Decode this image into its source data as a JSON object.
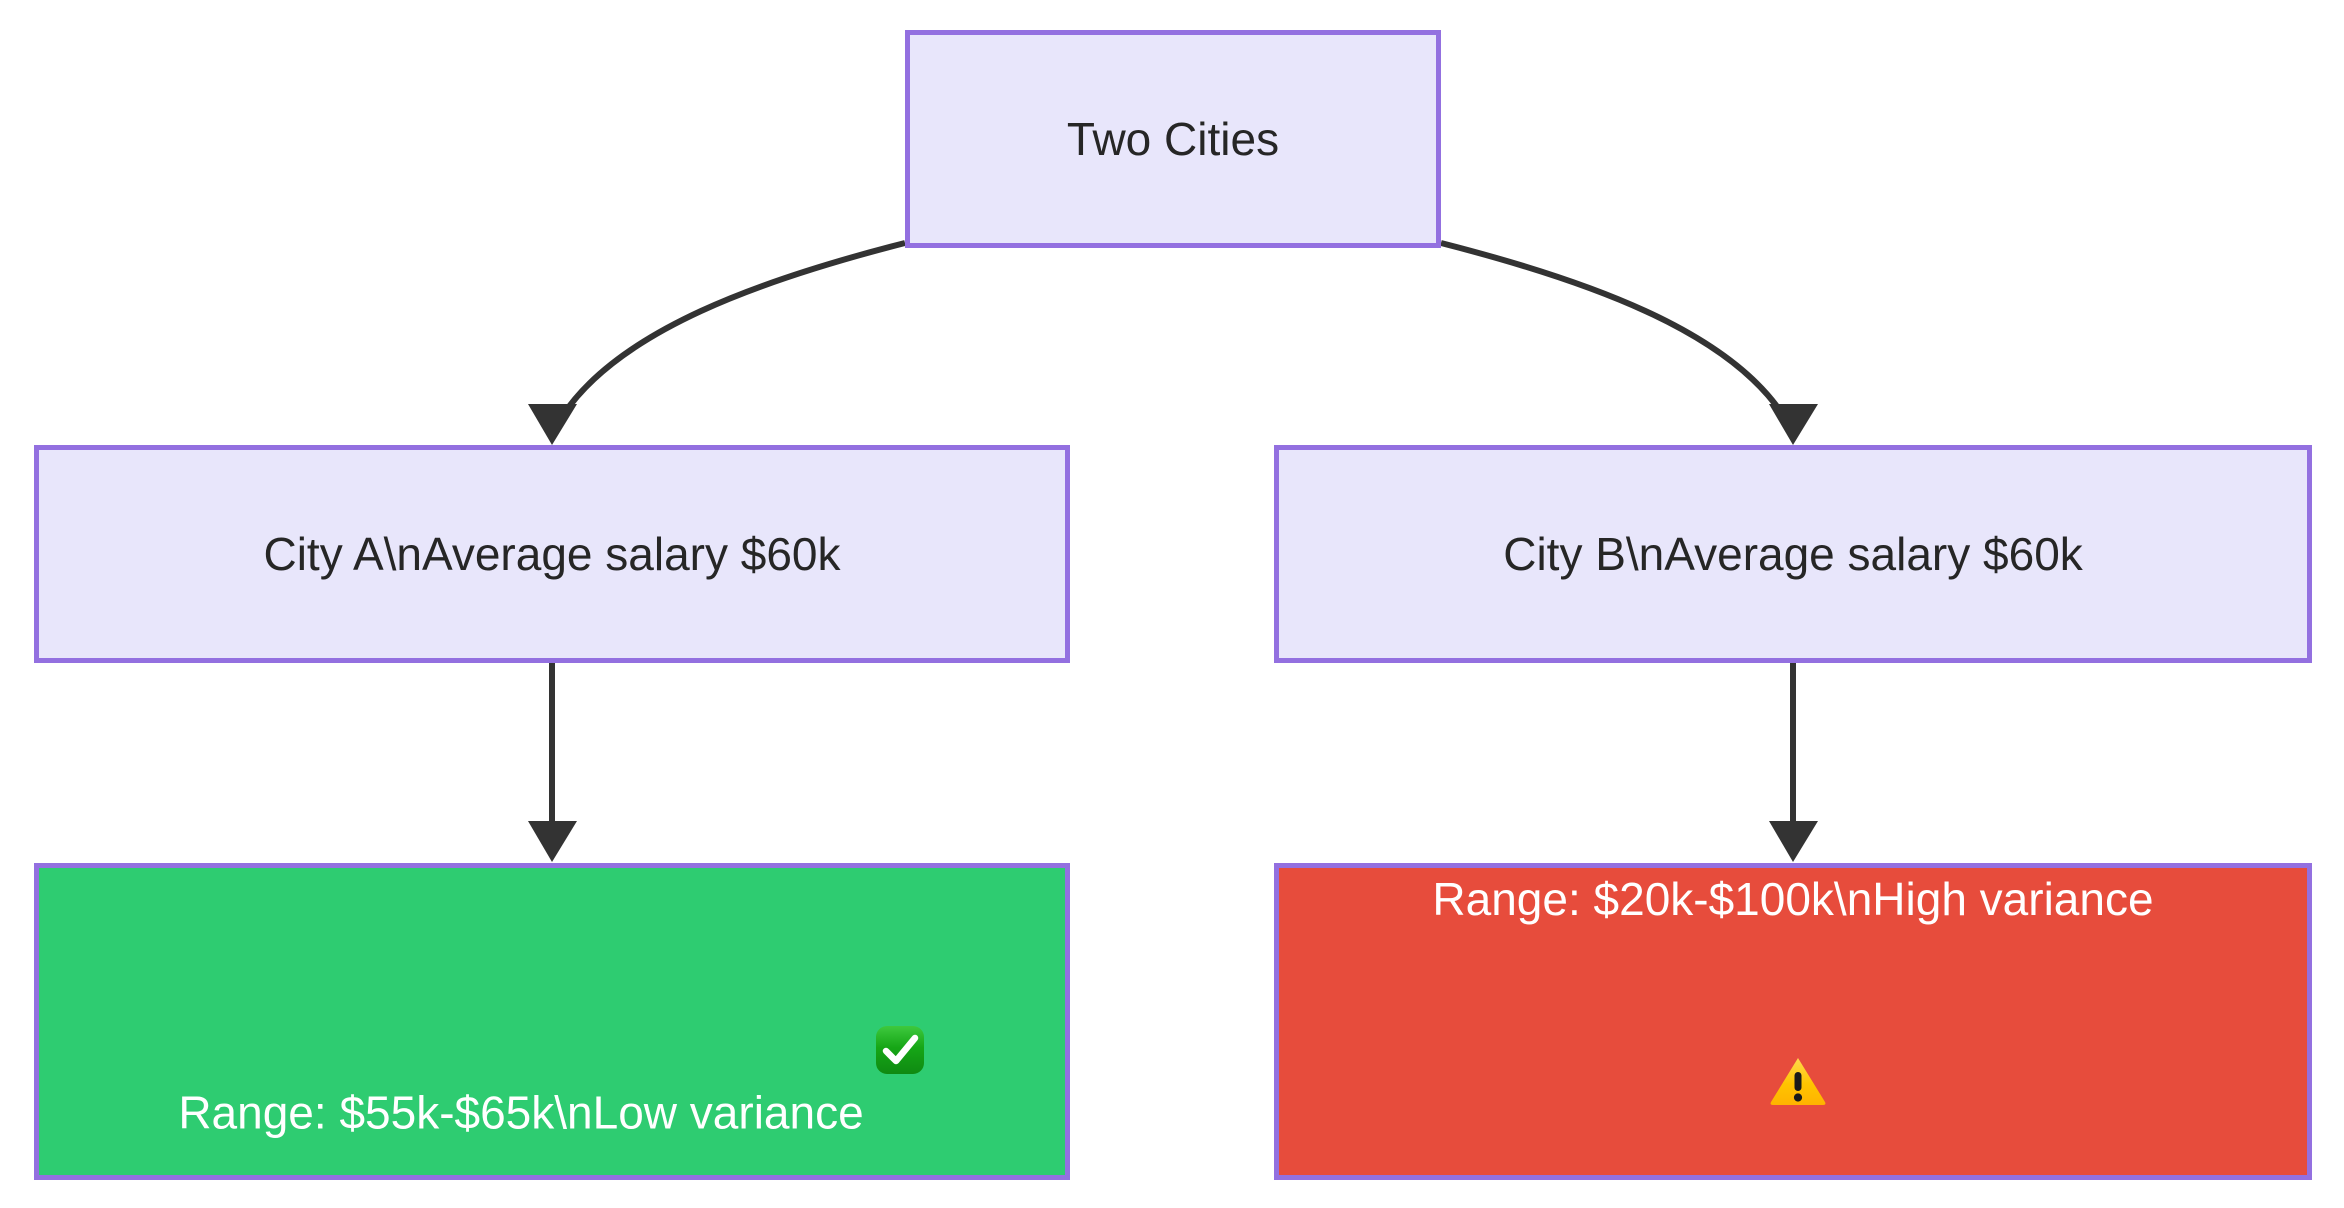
{
  "diagram": {
    "type": "flowchart",
    "direction": "top-down",
    "background": "#ffffff",
    "nodes": [
      {
        "id": "root",
        "label": "Two Cities",
        "style": "process",
        "fill": "#e8e6fb",
        "stroke": "#9370e0",
        "text_color": "#262626"
      },
      {
        "id": "city-a",
        "label": "City A\\nAverage salary $60k",
        "style": "process",
        "fill": "#e8e6fb",
        "stroke": "#9370e0",
        "text_color": "#262626"
      },
      {
        "id": "city-b",
        "label": "City B\\nAverage salary $60k",
        "style": "process",
        "fill": "#e8e6fb",
        "stroke": "#9370e0",
        "text_color": "#262626"
      },
      {
        "id": "range-a",
        "label": "Range: $55k-$65k\\nLow variance",
        "emoji": "white-check-mark",
        "style": "success",
        "fill": "#2ecc71",
        "stroke": "#9370e0",
        "text_color": "#ffffff"
      },
      {
        "id": "range-b",
        "label": "Range: $20k-$100k\\nHigh variance",
        "emoji": "warning",
        "style": "danger",
        "fill": "#e74c3c",
        "stroke": "#9370e0",
        "text_color": "#ffffff"
      }
    ],
    "edges": [
      {
        "from": "root",
        "to": "city-a",
        "label": "",
        "arrow": "triangle",
        "shape": "curved"
      },
      {
        "from": "root",
        "to": "city-b",
        "label": "",
        "arrow": "triangle",
        "shape": "curved"
      },
      {
        "from": "city-a",
        "to": "range-a",
        "label": "",
        "arrow": "triangle",
        "shape": "straight"
      },
      {
        "from": "city-b",
        "to": "range-b",
        "label": "",
        "arrow": "triangle",
        "shape": "straight"
      }
    ],
    "edge_color": "#333333"
  }
}
